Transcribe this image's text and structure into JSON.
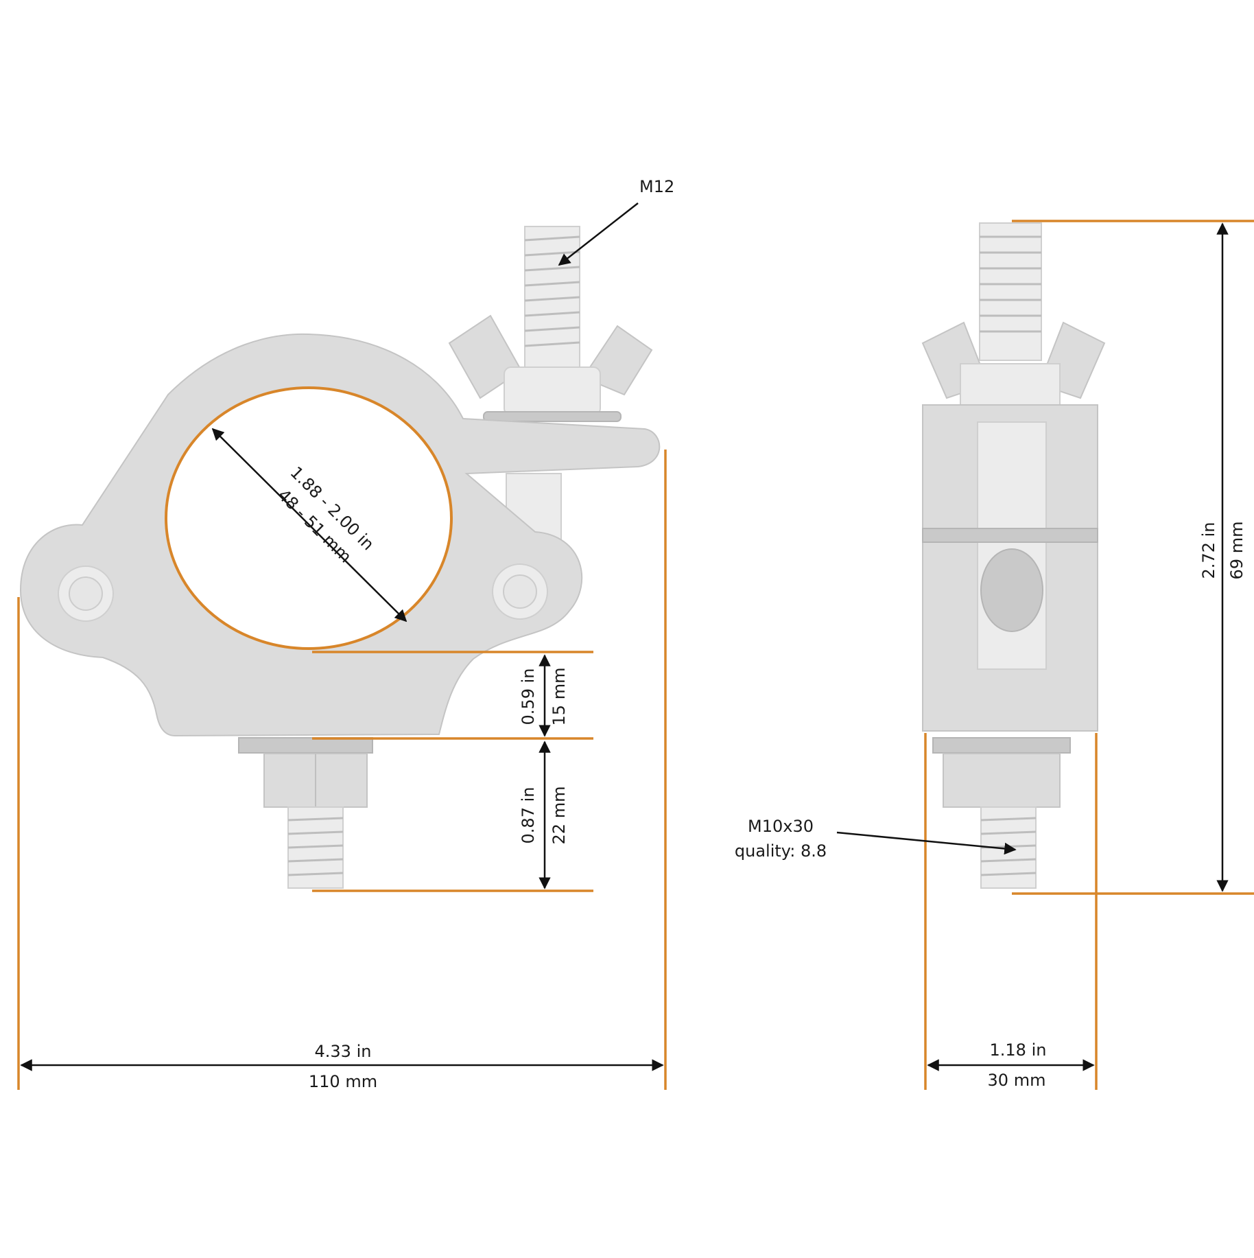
{
  "colors": {
    "accent": "#d8862a",
    "dimension_line": "#111111",
    "metal": "#dcdcdc",
    "background": "#ffffff"
  },
  "labels": {
    "bolt_top": "M12",
    "pipe_diameter_in": "1.88 - 2.00 in",
    "pipe_diameter_mm": "48 - 51 mm",
    "lower_gap_in": "0.59 in",
    "lower_gap_mm": "15 mm",
    "bolt_length_in": "0.87 in",
    "bolt_length_mm": "22 mm",
    "total_width_in": "4.33 in",
    "total_width_mm": "110 mm",
    "bottom_bolt_line1": "M10x30",
    "bottom_bolt_line2": "quality: 8.8",
    "side_height_in": "2.72 in",
    "side_height_mm": "69 mm",
    "side_width_in": "1.18 in",
    "side_width_mm": "30 mm"
  }
}
